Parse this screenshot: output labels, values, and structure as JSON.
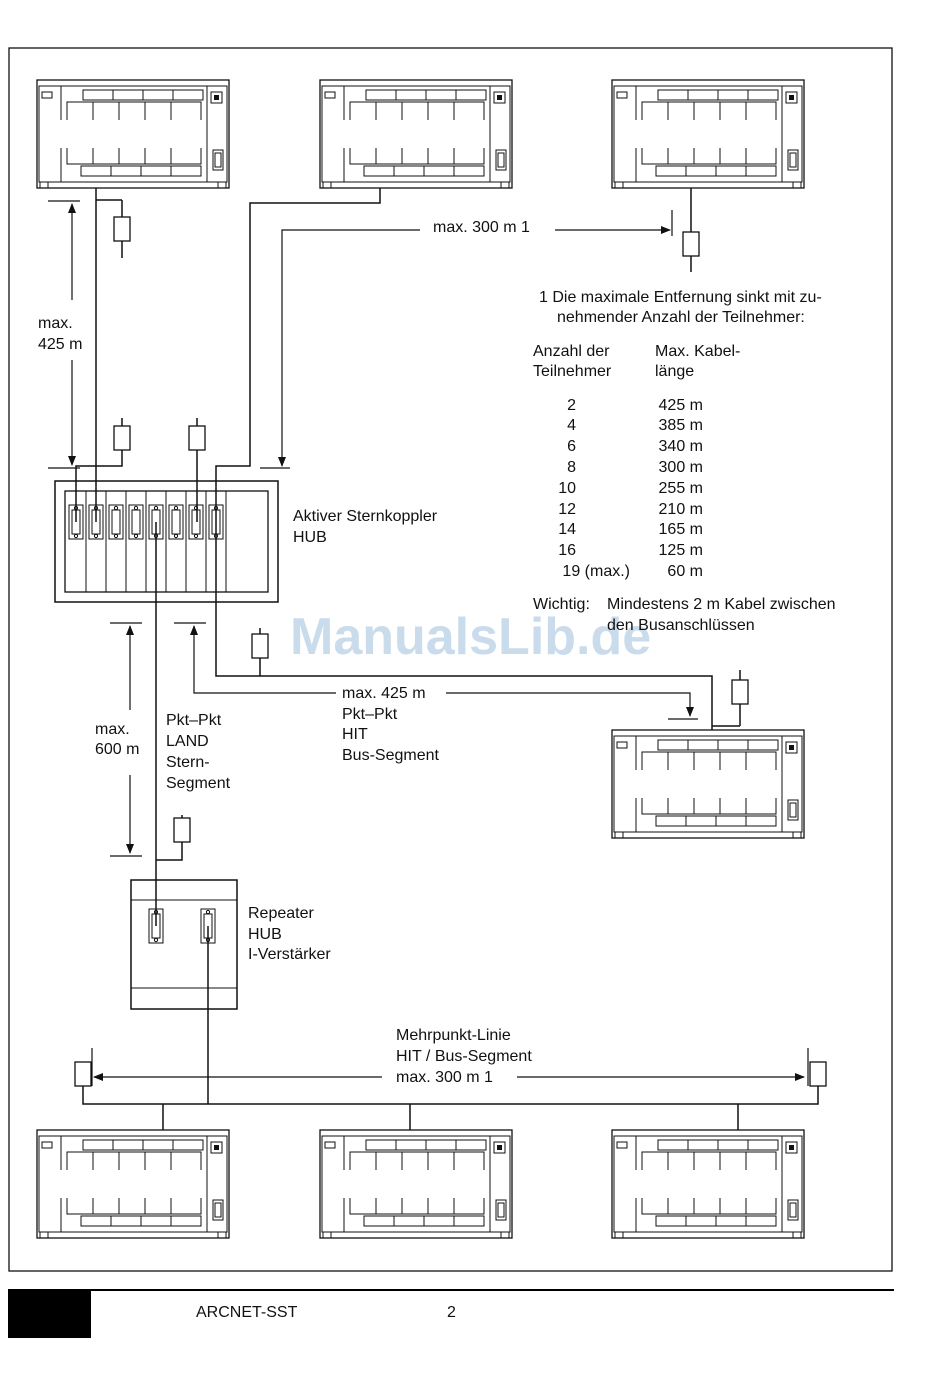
{
  "labels": {
    "dist_top": "max. 300 m   1",
    "max425_a": "max.",
    "max425_b": "425 m",
    "hub_a": "Aktiver Sternkoppler",
    "hub_b": "HUB",
    "note_1": "1  Die maximale Entfernung sinkt mit zu-",
    "note_2": "nehmender Anzahl der Teilnehmer:",
    "col1_a": "Anzahl der",
    "col1_b": "Teilnehmer",
    "col2_a": "Max. Kabel-",
    "col2_b": "länge",
    "wichtig": "Wichtig:",
    "wichtig_1": "Mindestens 2 m Kabel zwischen",
    "wichtig_2": "den Busanschlüssen",
    "max600_a": "max.",
    "max600_b": "600 m",
    "pkt1": "Pkt–Pkt",
    "pkt2": "LAND",
    "pkt3": "Stern-",
    "pkt4": "Segment",
    "hit1": "max. 425 m",
    "hit2": "Pkt–Pkt",
    "hit3": "HIT",
    "hit4": "Bus-Segment",
    "rep1": "Repeater",
    "rep2": "HUB",
    "rep3": "I-Verstärker",
    "mp1": "Mehrpunkt-Linie",
    "mp2": "HIT / Bus-Segment",
    "mp3": "max. 300 m   1"
  },
  "table": [
    {
      "n": "2",
      "len": "425 m"
    },
    {
      "n": "4",
      "len": "385 m"
    },
    {
      "n": "6",
      "len": "340 m"
    },
    {
      "n": "8",
      "len": "300 m"
    },
    {
      "n": "10",
      "len": "255 m"
    },
    {
      "n": "12",
      "len": "210 m"
    },
    {
      "n": "14",
      "len": "165 m"
    },
    {
      "n": "16",
      "len": "125 m"
    },
    {
      "n": "19 (max.)",
      "len": "60 m"
    }
  ],
  "watermark": "ManualsLib.de",
  "footer": {
    "doc": "ARCNET-SST",
    "page": "2"
  }
}
